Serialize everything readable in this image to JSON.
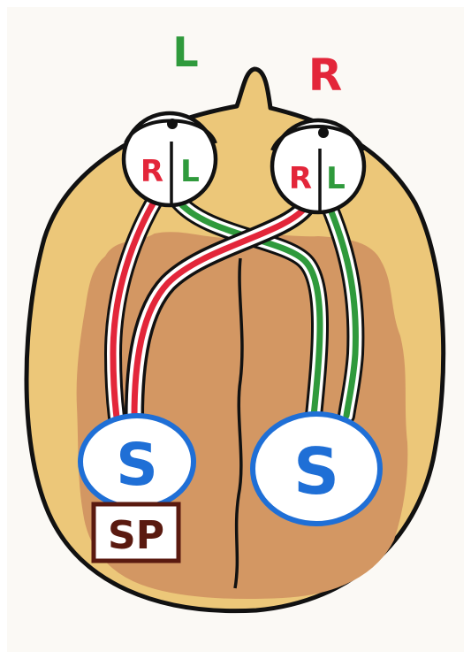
{
  "labels": {
    "top_left": "L",
    "top_right": "R",
    "left_eye_right_field": "R",
    "left_eye_left_field": "L",
    "right_eye_right_field": "R",
    "right_eye_left_field": "L",
    "left_hemisphere_node": "S",
    "right_hemisphere_node": "S",
    "sp_box": "SP"
  },
  "colors": {
    "paper": "#fbf9f5",
    "head_fill": "#ecc779",
    "brain_fill": "#d39763",
    "outline": "#111111",
    "red_path": "#e3263a",
    "green_path": "#2f9a3c",
    "node_ring": "#1f6fd6",
    "sp_box": "#5a1a10"
  }
}
